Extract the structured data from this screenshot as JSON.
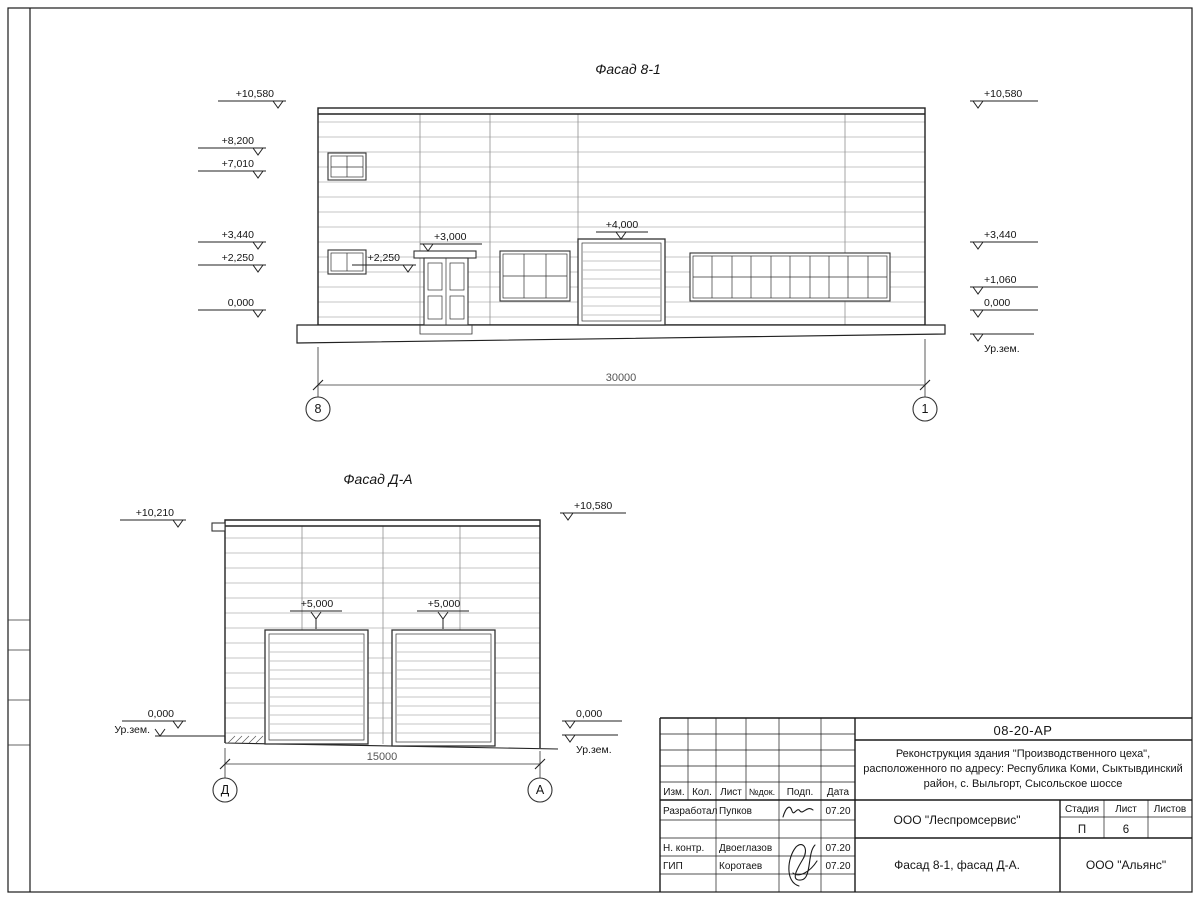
{
  "facade1": {
    "title": "Фасад 8-1",
    "dim": "30000",
    "axis_left": "8",
    "axis_right": "1",
    "marks": {
      "l1": "+10,580",
      "l2": "+8,200",
      "l3": "+7,010",
      "l4": "+3,440",
      "l5": "+2,250",
      "l6": "0,000",
      "r1": "+10,580",
      "r2": "+3,440",
      "r3": "+1,060",
      "r4": "0,000",
      "ground": "Ур.зем.",
      "door_canopy": "+3,000",
      "door_side": "+2,250",
      "gate": "+4,000"
    }
  },
  "facade2": {
    "title": "Фасад Д-А",
    "dim": "15000",
    "axis_left": "Д",
    "axis_right": "А",
    "marks": {
      "tl": "+10,210",
      "tr": "+10,580",
      "gate1": "+5,000",
      "gate2": "+5,000",
      "zero_left": "0,000",
      "zero_right": "0,000",
      "ground_left": "Ур.зем.",
      "ground_right": "Ур.зем."
    }
  },
  "titleblock": {
    "code": "08-20-АР",
    "project_line1": "Реконструкция здания \"Производственного цеха\",",
    "project_line2": "расположенного по адресу: Республика Коми, Сыктывдинский",
    "project_line3": "район, с. Выльгорт, Сысольское шоссе",
    "col_izm": "Изм.",
    "col_kol": "Кол.",
    "col_list": "Лист",
    "col_ndok": "№док.",
    "col_podp": "Подп.",
    "col_data": "Дата",
    "row1_role": "Разработал",
    "row1_name": "Пупков",
    "row1_date": "07.20",
    "row2_role": "Н. контр.",
    "row2_name": "Двоеглазов",
    "row2_date": "07.20",
    "row3_role": "ГИП",
    "row3_name": "Коротаев",
    "row3_date": "07.20",
    "org": "ООО \"Леспромсервис\"",
    "stage_label": "Стадия",
    "list_label": "Лист",
    "listov_label": "Листов",
    "stage": "П",
    "list_no": "6",
    "subtitle": "Фасад 8-1, фасад Д-А.",
    "org2": "ООО \"Альянс\""
  }
}
